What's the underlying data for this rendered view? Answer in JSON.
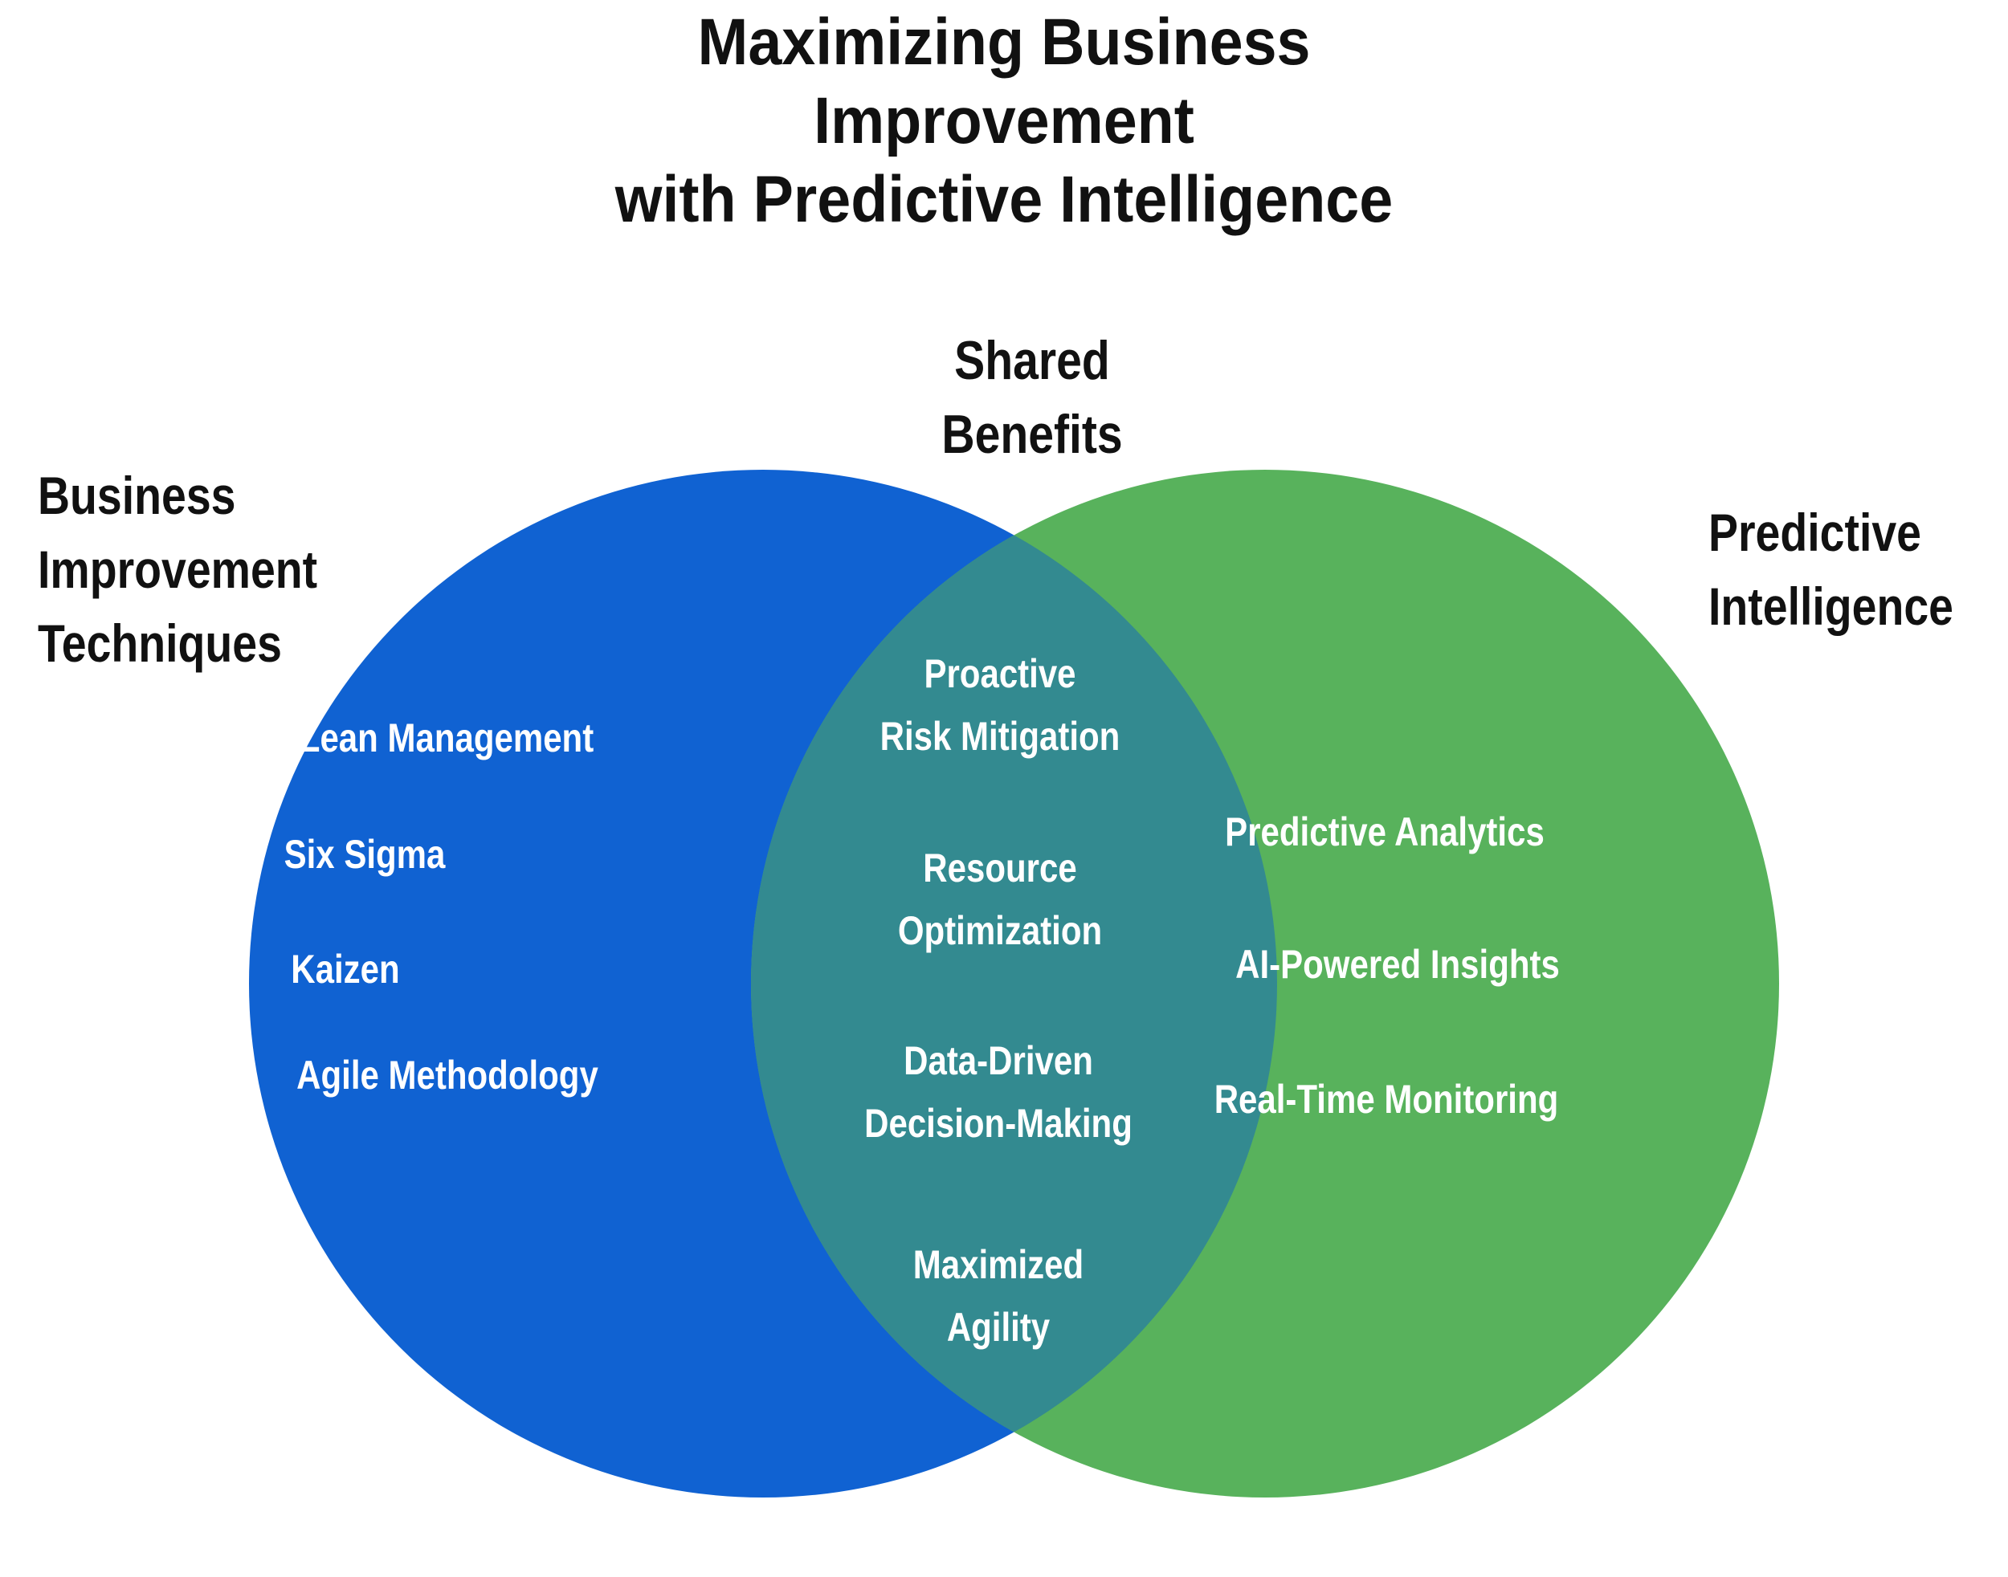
{
  "title": "Maximizing Business Improvement\nwith Predictive Intelligence",
  "colors": {
    "left_circle": "#1062d2",
    "right_circle": "#58b25c",
    "overlap": "#338a90",
    "dark_text": "#111111",
    "light_text": "#ffffff",
    "background": "#ffffff"
  },
  "venn": {
    "left": {
      "label": "Business\nImprovement\nTechniques",
      "items": [
        "Lean Management",
        "Six Sigma",
        "Kaizen",
        "Agile Methodology"
      ]
    },
    "right": {
      "label": "Predictive\nIntelligence",
      "items": [
        "Predictive Analytics",
        "AI-Powered Insights",
        "Real-Time Monitoring"
      ]
    },
    "overlap": {
      "label": "Shared\nBenefits",
      "items": [
        "Proactive\nRisk Mitigation",
        "Resource\nOptimization",
        "Data-Driven\nDecision-Making",
        "Maximized\nAgility"
      ]
    }
  }
}
